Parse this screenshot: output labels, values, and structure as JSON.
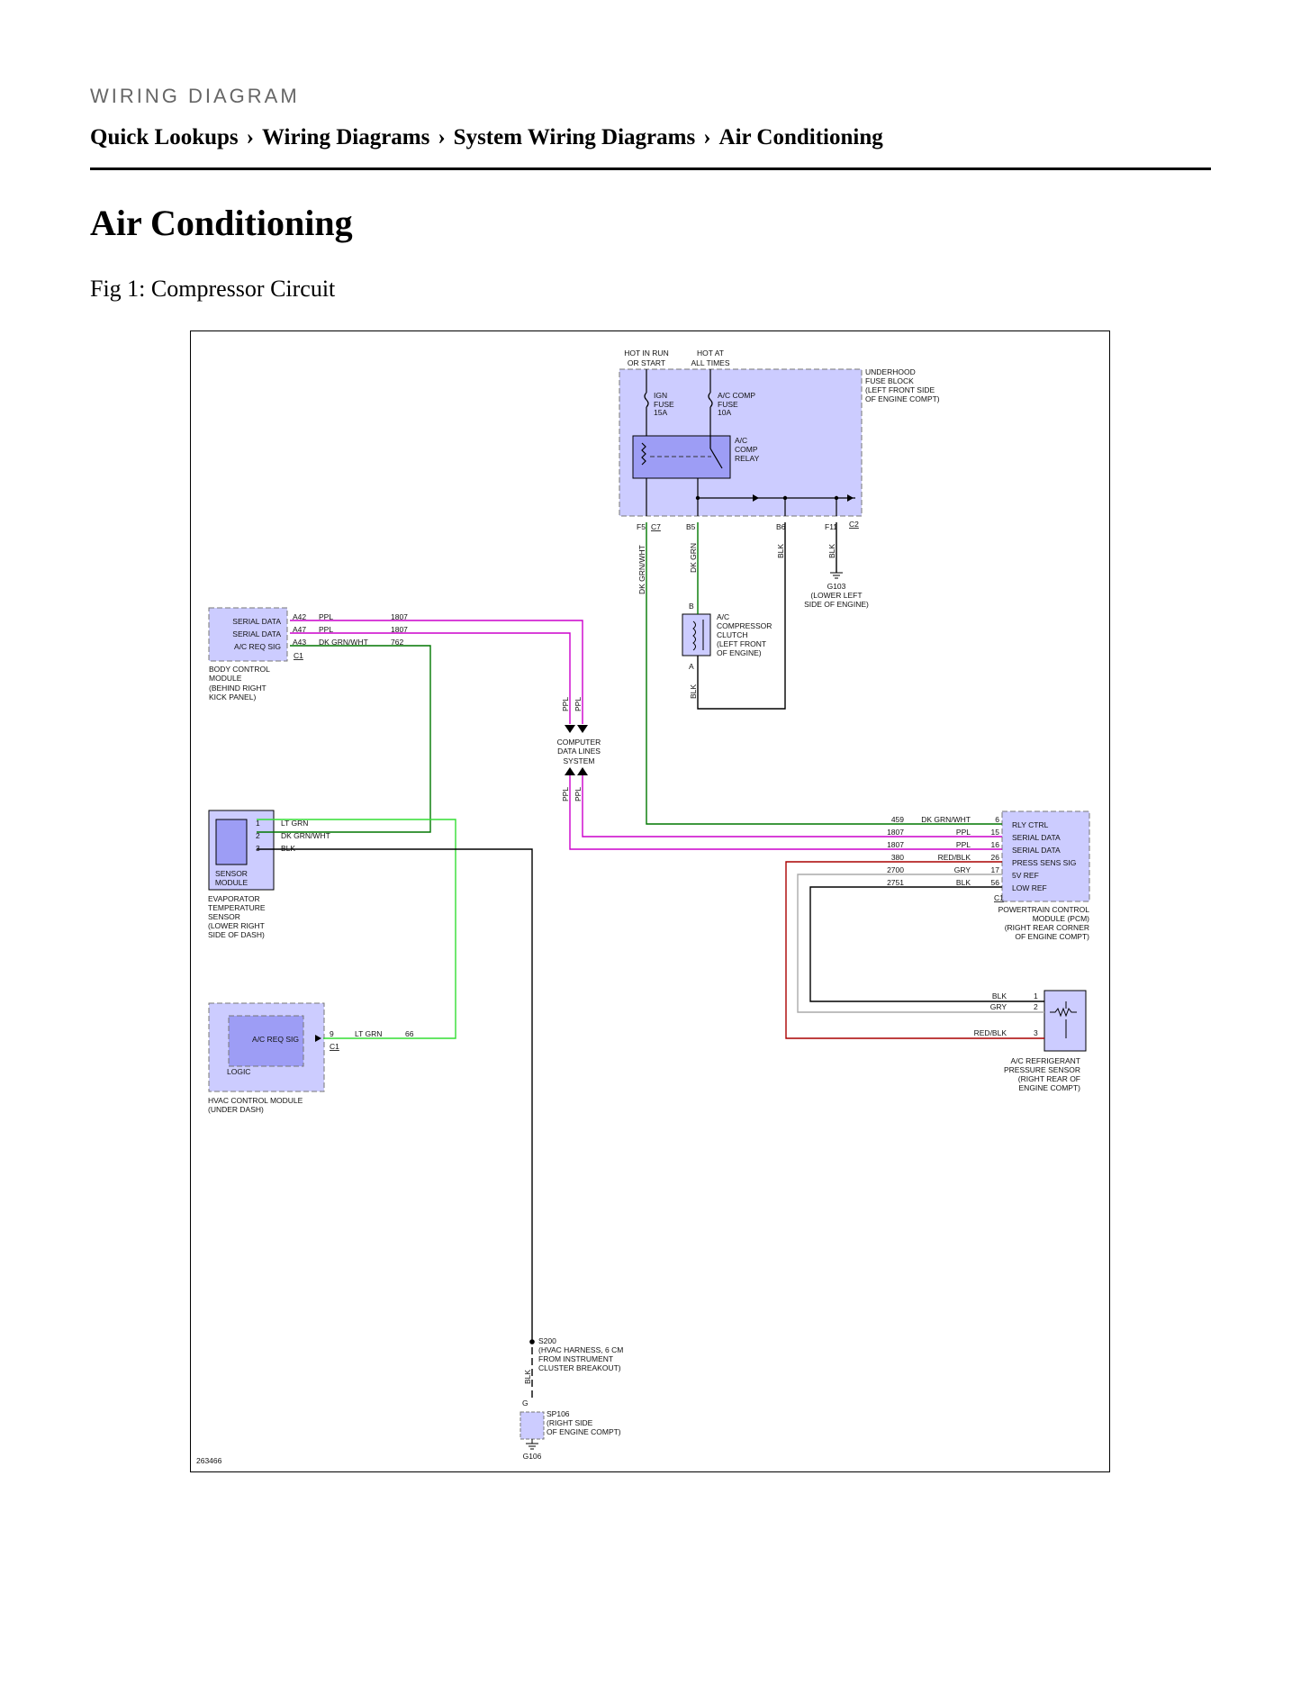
{
  "header": {
    "kicker": "WIRING DIAGRAM",
    "breadcrumb": [
      "Quick Lookups",
      "Wiring Diagrams",
      "System Wiring Diagrams",
      "Air Conditioning"
    ],
    "separator": "›"
  },
  "page_title": "Air Conditioning",
  "figure_caption": "Fig 1: Compressor Circuit",
  "diagram": {
    "fig_number": "263466",
    "power": {
      "hot_run_1": "HOT IN RUN",
      "hot_run_2": "OR START",
      "hot_all_1": "HOT AT",
      "hot_all_2": "ALL TIMES"
    },
    "fuse_block": {
      "l1": "UNDERHOOD",
      "l2": "FUSE BLOCK",
      "l3": "(LEFT FRONT SIDE",
      "l4": "OF ENGINE COMPT)"
    },
    "fuses": [
      {
        "l1": "IGN",
        "l2": "FUSE",
        "l3": "15A"
      },
      {
        "l1": "A/C COMP",
        "l2": "FUSE",
        "l3": "10A"
      }
    ],
    "relay": {
      "l1": "A/C",
      "l2": "COMP",
      "l3": "RELAY"
    },
    "fb_pins": {
      "f5": "F5",
      "c7": "C7",
      "b5": "B5",
      "b6": "B6",
      "f11": "F11",
      "c2": "C2"
    },
    "wires": {
      "dk_grn_wht": "DK GRN/WHT",
      "dk_grn": "DK GRN",
      "blk": "BLK",
      "ppl": "PPL",
      "lt_grn": "LT GRN",
      "gry": "GRY",
      "red_blk": "RED/BLK"
    },
    "g103": {
      "l1": "G103",
      "l2": "(LOWER LEFT",
      "l3": "SIDE OF ENGINE)"
    },
    "bcm": {
      "pins": [
        "SERIAL DATA",
        "SERIAL DATA",
        "A/C REQ SIG"
      ],
      "nums": [
        "A42",
        "A47",
        "A43"
      ],
      "colors": [
        "PPL",
        "PPL",
        "DK GRN/WHT"
      ],
      "circuits": [
        "1807",
        "1807",
        "762"
      ],
      "conn": "C1",
      "l1": "BODY CONTROL",
      "l2": "MODULE",
      "l3": "(BEHIND RIGHT",
      "l4": "KICK PANEL)"
    },
    "clutch": {
      "b": "B",
      "a": "A",
      "l1": "A/C",
      "l2": "COMPRESSOR",
      "l3": "CLUTCH",
      "l4": "(LEFT FRONT",
      "l5": "OF ENGINE)"
    },
    "cdl": {
      "l1": "COMPUTER",
      "l2": "DATA LINES",
      "l3": "SYSTEM"
    },
    "evap": {
      "pins": [
        "1",
        "2",
        "3"
      ],
      "colors": [
        "LT GRN",
        "DK GRN/WHT",
        "BLK"
      ],
      "inner_1": "SENSOR",
      "inner_2": "MODULE",
      "l1": "EVAPORATOR",
      "l2": "TEMPERATURE",
      "l3": "SENSOR",
      "l4": "(LOWER RIGHT",
      "l5": "SIDE OF DASH)"
    },
    "pcm": {
      "pins": [
        "RLY CTRL",
        "SERIAL DATA",
        "SERIAL DATA",
        "PRESS SENS SIG",
        "5V REF",
        "LOW REF"
      ],
      "nums": [
        "6",
        "15",
        "16",
        "26",
        "17",
        "56"
      ],
      "circuits": [
        "459",
        "1807",
        "1807",
        "380",
        "2700",
        "2751"
      ],
      "colors": [
        "DK GRN/WHT",
        "PPL",
        "PPL",
        "RED/BLK",
        "GRY",
        "BLK"
      ],
      "conn": "C1",
      "l1": "POWERTRAIN CONTROL",
      "l2": "MODULE (PCM)",
      "l3": "(RIGHT REAR CORNER",
      "l4": "OF ENGINE COMPT)"
    },
    "press_sensor": {
      "colors": [
        "BLK",
        "GRY",
        "RED/BLK"
      ],
      "nums": [
        "1",
        "2",
        "3"
      ],
      "l1": "A/C REFRIGERANT",
      "l2": "PRESSURE SENSOR",
      "l3": "(RIGHT REAR OF",
      "l4": "ENGINE COMPT)"
    },
    "hvac": {
      "inner": "A/C REQ SIG",
      "logic": "LOGIC",
      "pin": "9",
      "color": "LT GRN",
      "circuit": "66",
      "conn": "C1",
      "l1": "HVAC CONTROL MODULE",
      "l2": "(UNDER DASH)"
    },
    "s200": {
      "l1": "S200",
      "l2": "(HVAC HARNESS, 6 CM",
      "l3": "FROM INSTRUMENT",
      "l4": "CLUSTER BREAKOUT)"
    },
    "ground": {
      "g": "G",
      "sp1": "SP106",
      "sp2": "(RIGHT SIDE",
      "sp3": "OF ENGINE COMPT)",
      "g106": "G106"
    }
  }
}
